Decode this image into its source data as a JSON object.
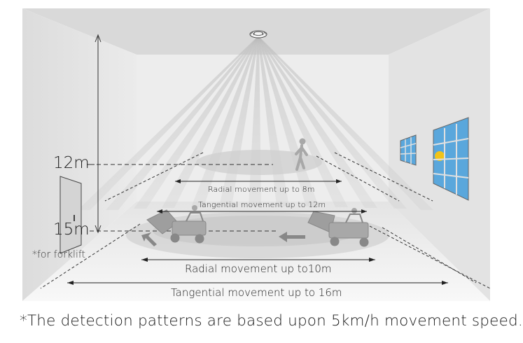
{
  "heights": {
    "person_height": "12m",
    "forklift_height": "15m",
    "forklift_note": "*for forklift"
  },
  "zones": {
    "person_radial": "Radial movement up to 8m",
    "person_tangential": "Tangential movement up to 12m",
    "forklift_radial": "Radial movement up to10m",
    "forklift_tangential": "Tangential movement up to 16m"
  },
  "footnote": "*The detection patterns are based upon 5km/h movement speed.",
  "colors": {
    "ceiling": "#d9d9d9",
    "back_wall": "#ececec",
    "side_wall": "#e2e2e2",
    "floor": "#f3f3f3",
    "beam": "#bdbdbd",
    "ellipse": "#d0d0d0",
    "figure": "#a8a8a8",
    "window_glass": "#5aa7dc",
    "sun": "#f2c318"
  },
  "icons": [
    "ceiling-sensor-icon",
    "walking-person-icon",
    "forklift-icon",
    "arrow-icon",
    "door-icon",
    "window-icon",
    "sun-icon"
  ]
}
